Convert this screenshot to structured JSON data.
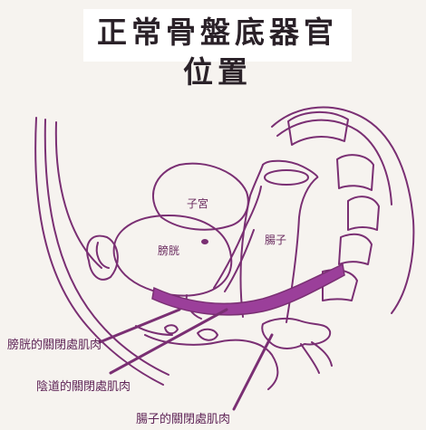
{
  "title": "正常骨盤底器官位置",
  "organs": {
    "uterus": "子宮",
    "bladder": "膀胱",
    "rectum": "腸子"
  },
  "labels": {
    "bladder_sphincter": "膀胱的關閉處肌肉",
    "vaginal_sphincter": "陰道的關閉處肌肉",
    "rectal_sphincter": "腸子的關閉處肌肉"
  },
  "colors": {
    "line": "#7a2f73",
    "muscle": "#9b3f9a",
    "background": "#f6f3ef",
    "title_box": "#ffffff"
  }
}
